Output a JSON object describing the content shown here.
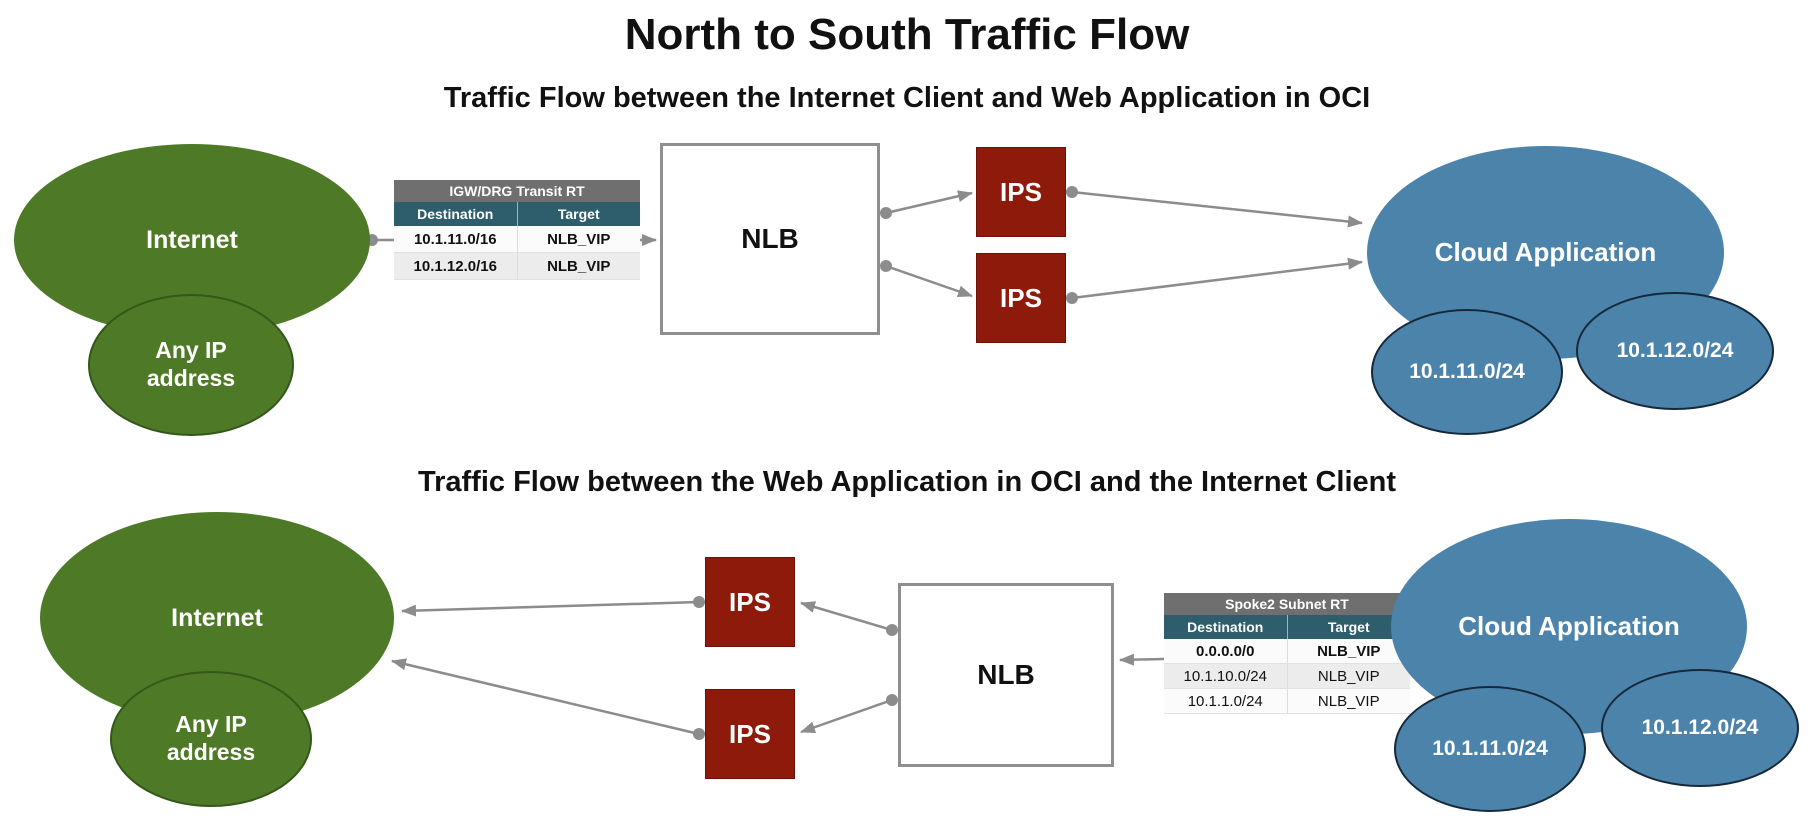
{
  "title": "North to South Traffic Flow",
  "colors": {
    "green": "#4e7a27",
    "blue": "#4c83ab",
    "red": "#8e1a0c",
    "arrow": "#8c8c8c",
    "table_title_bg": "#6f6f6f",
    "table_header_bg": "#2e5d6b"
  },
  "sections": [
    {
      "subtitle": "Traffic Flow between the Internet Client and Web Application in OCI",
      "internet_label": "Internet",
      "any_ip_label": "Any IP address",
      "route_table": {
        "title": "IGW/DRG Transit RT",
        "headers": [
          "Destination",
          "Target"
        ],
        "rows": [
          [
            "10.1.11.0/16",
            "NLB_VIP"
          ],
          [
            "10.1.12.0/16",
            "NLB_VIP"
          ]
        ]
      },
      "nlb_label": "NLB",
      "ips_labels": [
        "IPS",
        "IPS"
      ],
      "cloud_label": "Cloud Application",
      "subnets": [
        "10.1.11.0/24",
        "10.1.12.0/24"
      ]
    },
    {
      "subtitle": "Traffic Flow between the Web Application in OCI and the Internet Client",
      "internet_label": "Internet",
      "any_ip_label": "Any IP address",
      "route_table": {
        "title": "Spoke2 Subnet RT",
        "headers": [
          "Destination",
          "Target"
        ],
        "rows": [
          [
            "0.0.0.0/0",
            "NLB_VIP"
          ],
          [
            "10.1.10.0/24",
            "NLB_VIP"
          ],
          [
            "10.1.1.0/24",
            "NLB_VIP"
          ]
        ]
      },
      "nlb_label": "NLB",
      "ips_labels": [
        "IPS",
        "IPS"
      ],
      "cloud_label": "Cloud Application",
      "subnets": [
        "10.1.11.0/24",
        "10.1.12.0/24"
      ]
    }
  ]
}
